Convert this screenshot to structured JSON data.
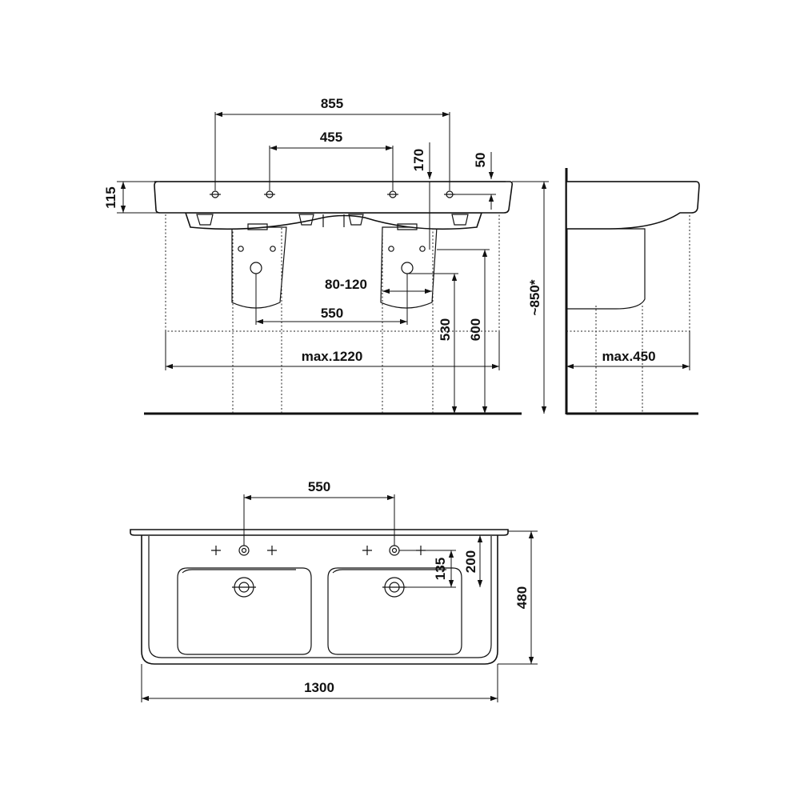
{
  "front_view": {
    "labels": {
      "width_855": "855",
      "tap_455": "455",
      "top_170": "170",
      "top_50": "50",
      "height_115": "115",
      "range_80_120": "80-120",
      "spacing_550": "550",
      "height_530": "530",
      "height_600": "600",
      "height_850": "~850*",
      "max_1220": "max.1220"
    }
  },
  "side_view": {
    "labels": {
      "max_450": "max.450"
    }
  },
  "top_view": {
    "labels": {
      "spacing_550": "550",
      "depth_135": "135",
      "depth_200": "200",
      "depth_480": "480",
      "width_1300": "1300"
    }
  },
  "colors": {
    "line": "#111111",
    "background": "#ffffff"
  }
}
